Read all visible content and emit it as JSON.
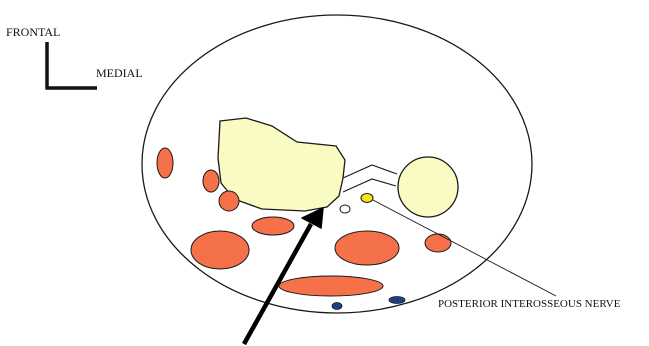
{
  "labels": {
    "frontal": "FRONTAL",
    "medial": "MEDIAL",
    "posterior_interosseous_nerve": "POSTERIOR INTEROSSEOUS NERVE"
  },
  "colors": {
    "outline": "#1a1a1a",
    "bone_fill": "#fafac3",
    "muscle_fill": "#f4714a",
    "vessel_fill": "#1c3f8c",
    "nerve_fill": "#f2e41a",
    "small_vessel_fill": "#ffffff",
    "background": "#ffffff"
  }
}
